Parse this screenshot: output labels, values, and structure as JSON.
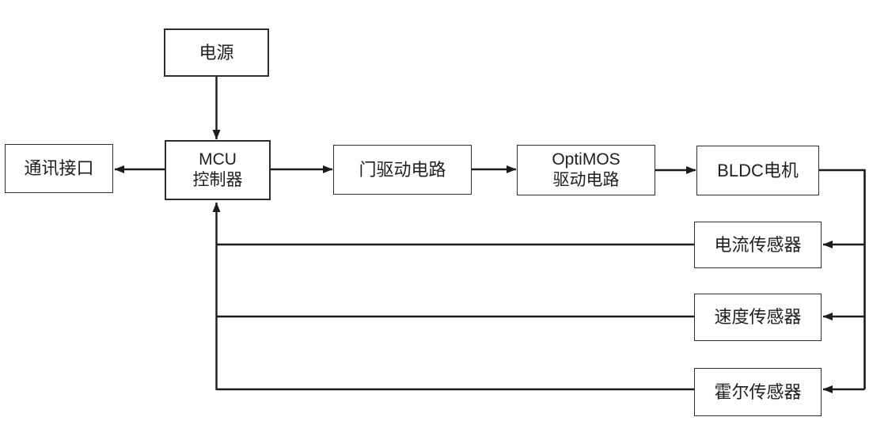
{
  "diagram": {
    "type": "block-diagram",
    "subject": "BLDC motor control system",
    "nodes": {
      "power": {
        "label": "电源"
      },
      "comm_interface": {
        "label": "通讯接口"
      },
      "mcu": {
        "label": "MCU\n控制器"
      },
      "gate_driver": {
        "label": "门驱动电路"
      },
      "optimos_driver": {
        "label": "OptiMOS\n驱动电路"
      },
      "bldc_motor": {
        "label": "BLDC电机"
      },
      "current_sensor": {
        "label": "电流传感器"
      },
      "speed_sensor": {
        "label": "速度传感器"
      },
      "hall_sensor": {
        "label": "霍尔传感器"
      }
    },
    "edges": [
      {
        "from": "电源",
        "to": "MCU控制器",
        "arrow": "to"
      },
      {
        "from": "MCU控制器",
        "to": "通讯接口",
        "arrow": "to"
      },
      {
        "from": "MCU控制器",
        "to": "门驱动电路",
        "arrow": "to"
      },
      {
        "from": "门驱动电路",
        "to": "OptiMOS驱动电路",
        "arrow": "to"
      },
      {
        "from": "OptiMOS驱动电路",
        "to": "BLDC电机",
        "arrow": "to"
      },
      {
        "from": "BLDC电机",
        "to": "电流传感器",
        "arrow": "to"
      },
      {
        "from": "BLDC电机",
        "to": "速度传感器",
        "arrow": "to"
      },
      {
        "from": "BLDC电机",
        "to": "霍尔传感器",
        "arrow": "to"
      },
      {
        "from": "电流传感器",
        "to": "MCU控制器",
        "arrow": "to"
      },
      {
        "from": "速度传感器",
        "to": "MCU控制器",
        "arrow": "to"
      },
      {
        "from": "霍尔传感器",
        "to": "MCU控制器",
        "arrow": "to"
      }
    ]
  },
  "colors": {
    "background": "#ffffff",
    "line": "#1c1c1c",
    "box_border": "#2e2e2e",
    "text": "#1f1f1f"
  }
}
